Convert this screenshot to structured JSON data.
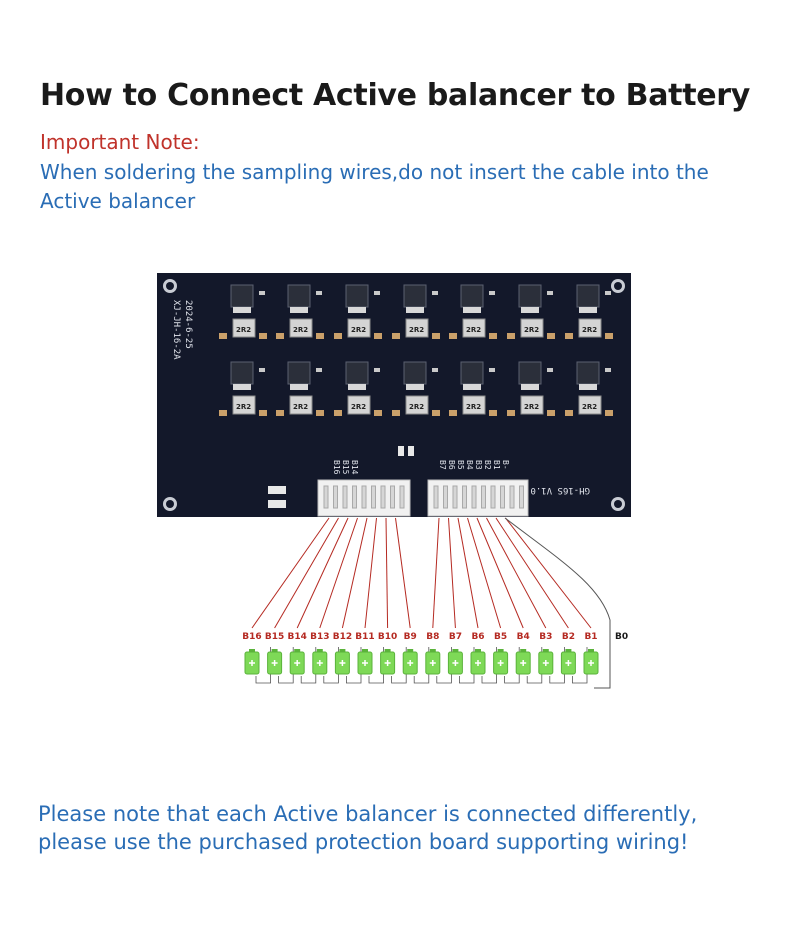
{
  "title": "How to Connect Active balancer to Battery",
  "note": {
    "heading": "Important Note:",
    "body": "When soldering the sampling wires,do not insert the cable into the Active balancer"
  },
  "board": {
    "model_text": "XJ-JH-16-2A",
    "date_text": "2024-6-25",
    "version_text": "GH-16S V1.0",
    "inductor_label": "2R2",
    "left_connector_labels": [
      "B16",
      "B15",
      "B14"
    ],
    "right_connector_labels": [
      "B7",
      "B6",
      "B5",
      "B4",
      "B3",
      "B2",
      "B1",
      "B-"
    ]
  },
  "cells": [
    "B16",
    "B15",
    "B14",
    "B13",
    "B12",
    "B11",
    "B10",
    "B9",
    "B8",
    "B7",
    "B6",
    "B5",
    "B4",
    "B3",
    "B2",
    "B1"
  ],
  "b0_label": "B0",
  "colors": {
    "wire": "#b52a22",
    "pcb": "#13182a",
    "cell": "#7ed957",
    "text_blue": "#2a6db5",
    "text_red": "#c0332b"
  },
  "footer": "Please note that each Active balancer is connected differently, please use the purchased protection board supporting wiring!"
}
